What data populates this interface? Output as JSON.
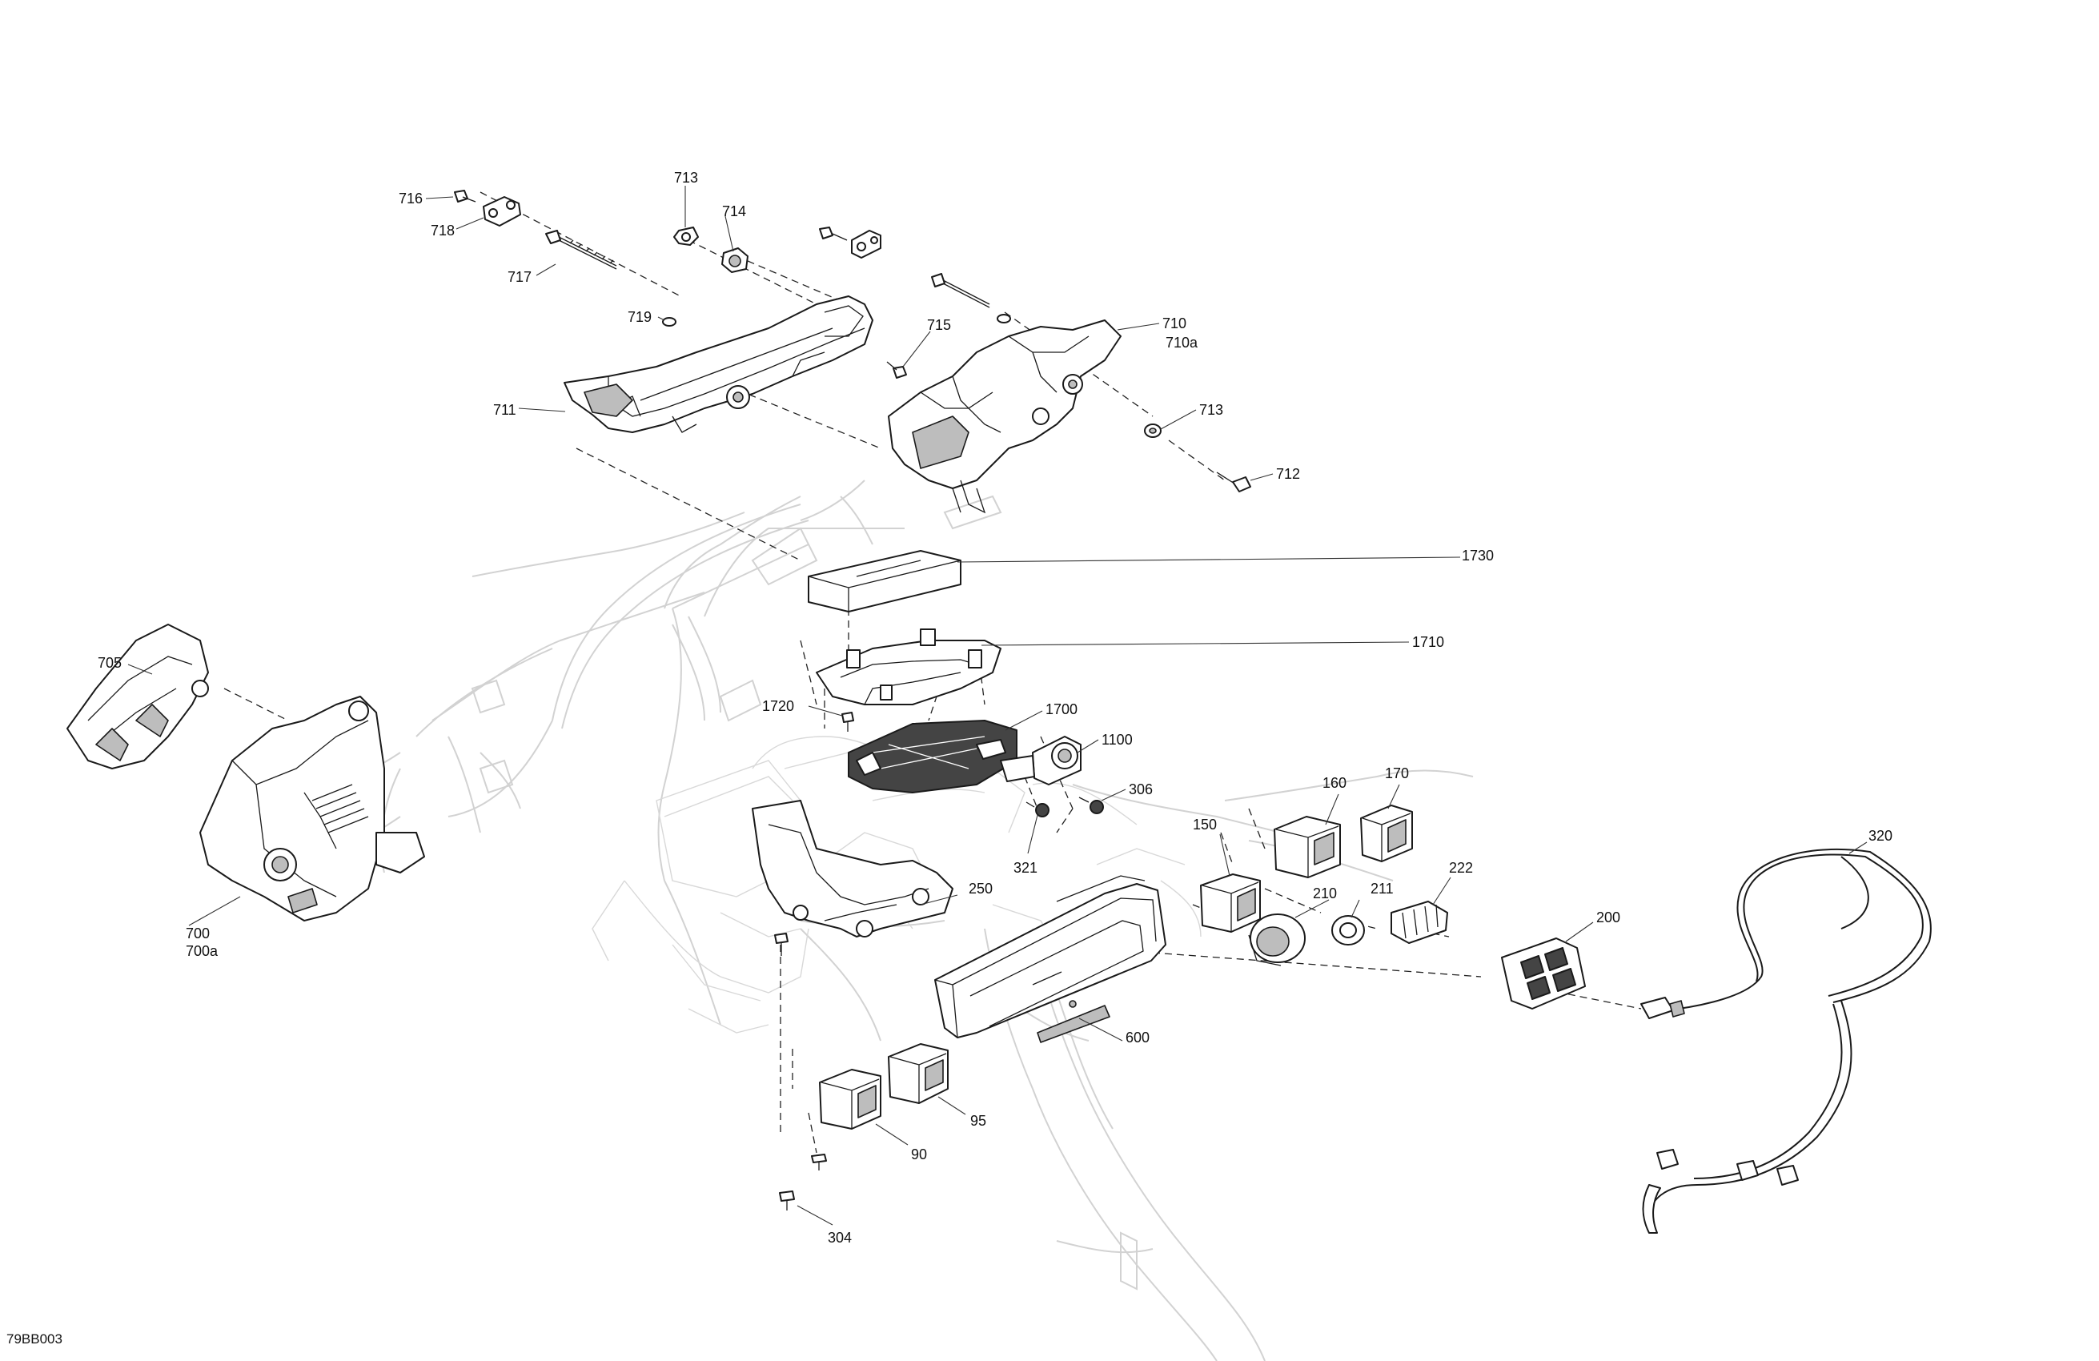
{
  "diagram_code": "79BB003",
  "callouts": {
    "c716": "716",
    "c718": "718",
    "c717": "717",
    "c713a": "713",
    "c714": "714",
    "c719": "719",
    "c715": "715",
    "c710": "710",
    "c710a": "710a",
    "c711": "711",
    "c713b": "713",
    "c712": "712",
    "c1730": "1730",
    "c1710": "1710",
    "c1720": "1720",
    "c1700": "1700",
    "c1100": "1100",
    "c306": "306",
    "c705": "705",
    "c700": "700",
    "c700a": "700a",
    "c160": "160",
    "c170": "170",
    "c150": "150",
    "c321": "321",
    "c222": "222",
    "c320": "320",
    "c210": "210",
    "c211": "211",
    "c250": "250",
    "c200": "200",
    "c600": "600",
    "c95": "95",
    "c90": "90",
    "c304": "304"
  }
}
